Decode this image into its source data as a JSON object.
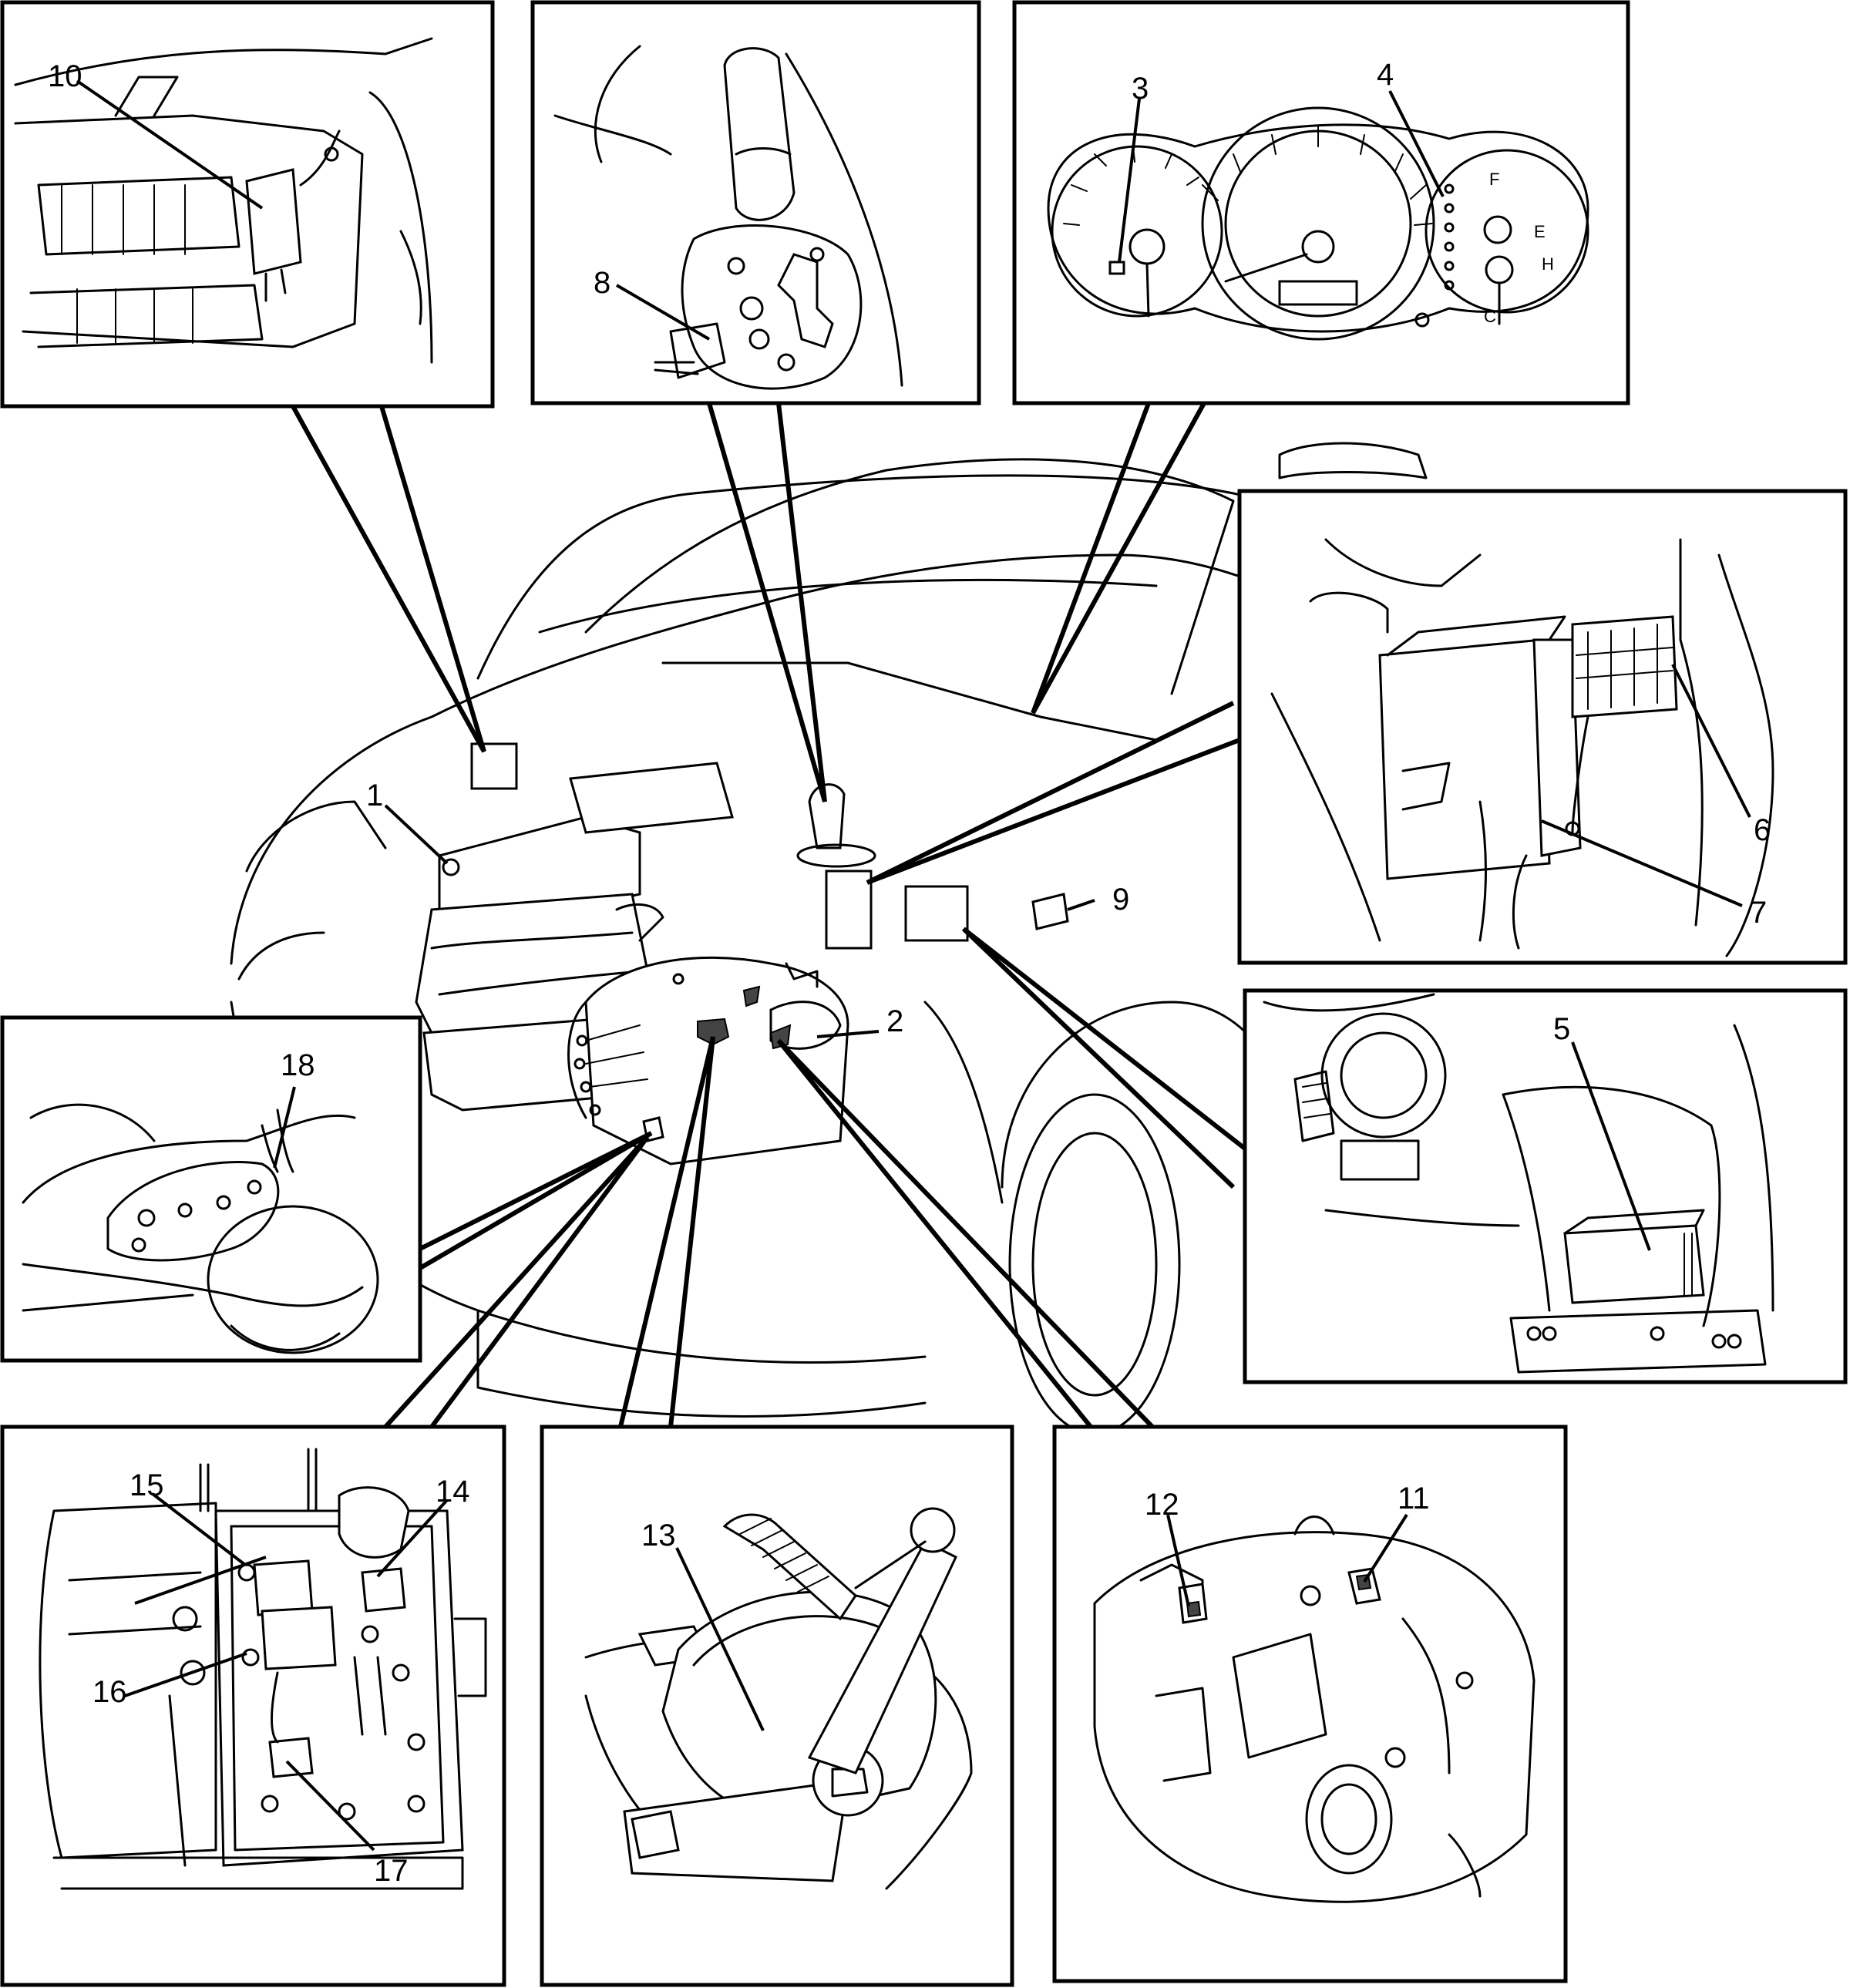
{
  "labels": {
    "l1": "1",
    "l2": "2",
    "l3": "3",
    "l4": "4",
    "l5": "5",
    "l6": "6",
    "l7": "7",
    "l8": "8",
    "l9": "9",
    "l10": "10",
    "l11": "11",
    "l12": "12",
    "l13": "13",
    "l14": "14",
    "l15": "15",
    "l16": "16",
    "l17": "17",
    "l18": "18"
  },
  "gauge_marks": {
    "fuel_full": "F",
    "fuel_empty": "E",
    "temp_hot": "H",
    "temp_cold": "C"
  }
}
